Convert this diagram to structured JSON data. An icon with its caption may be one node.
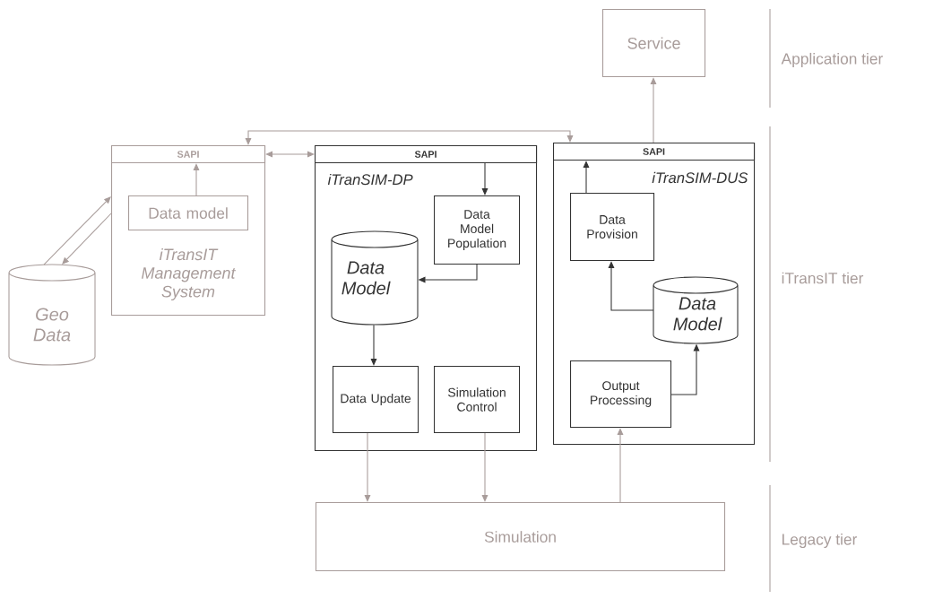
{
  "diagram": {
    "nodes": [
      {
        "text": [
          "Service"
        ]
      },
      {
        "text": [
          "iTransIT Management System"
        ]
      },
      {
        "text": [
          "SAPI"
        ],
        "in": 1
      },
      {
        "text": [
          "Data model"
        ],
        "in": 1
      },
      {
        "text": [
          "Geo Data"
        ]
      },
      {
        "text": [
          "iTranSIM-DP"
        ]
      },
      {
        "text": [
          "SAPI"
        ],
        "in": 5
      },
      {
        "text": [
          "Data Model Population"
        ],
        "in": 5
      },
      {
        "text": [
          "Data Model"
        ],
        "in": 5
      },
      {
        "text": [
          "Data Update"
        ],
        "in": 5
      },
      {
        "text": [
          "Simulation Control"
        ],
        "in": 5
      },
      {
        "text": [
          "iTranSIM-DUS"
        ]
      },
      {
        "text": [
          "SAPI"
        ],
        "in": 11
      },
      {
        "text": [
          "Data Provision"
        ],
        "in": 11
      },
      {
        "text": [
          "Data Model"
        ],
        "in": 11
      },
      {
        "text": [
          "Output Processing"
        ],
        "in": 11
      },
      {
        "text": [
          "Simulation"
        ]
      }
    ],
    "edges": [
      {
        "from": 12,
        "to": 0,
        "arrow": "to"
      },
      {
        "from": 2,
        "to": 12,
        "arrow": "both"
      },
      {
        "from": 2,
        "to": 6,
        "arrow": "both"
      },
      {
        "from": 3,
        "to": 2,
        "arrow": "to"
      },
      {
        "from": 4,
        "to": 1,
        "arrow": "to"
      },
      {
        "from": 1,
        "to": 4,
        "arrow": "to"
      },
      {
        "from": 6,
        "to": 7,
        "arrow": "to",
        "color": "#333333"
      },
      {
        "from": 7,
        "to": 8,
        "arrow": "to",
        "color": "#333333"
      },
      {
        "from": 8,
        "to": 9,
        "arrow": "to",
        "color": "#333333"
      },
      {
        "from": 9,
        "to": 16,
        "arrow": "to"
      },
      {
        "from": 10,
        "to": 16,
        "arrow": "to"
      },
      {
        "from": 16,
        "to": 15,
        "arrow": "to"
      },
      {
        "from": 15,
        "to": 14,
        "arrow": "to",
        "color": "#333333"
      },
      {
        "from": 14,
        "to": 13,
        "arrow": "to",
        "color": "#333333"
      },
      {
        "from": 13,
        "to": 12,
        "arrow": "to",
        "color": "#333333"
      }
    ],
    "labels": [
      "Application tier",
      "iTransIT tier",
      "Legacy tier"
    ]
  }
}
